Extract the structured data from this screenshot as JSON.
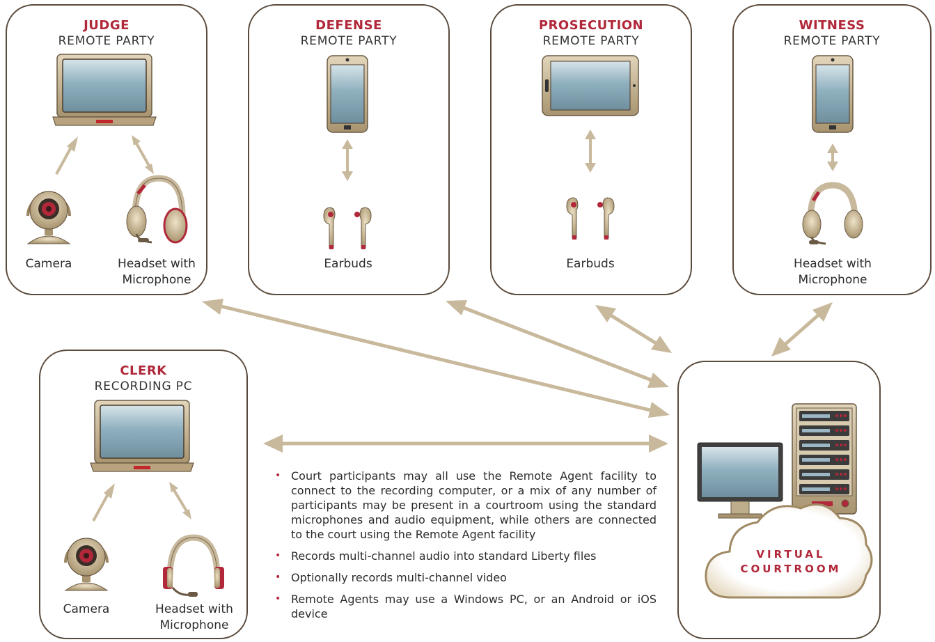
{
  "colors": {
    "accent": "#b0283a",
    "arrow": "#c8b89c",
    "device": "#c2b18f",
    "screen": "#7a9bab"
  },
  "panels": {
    "judge": {
      "title": "JUDGE",
      "subtitle": "REMOTE PARTY",
      "label_left": "Camera",
      "label_right_1": "Headset with",
      "label_right_2": "Microphone"
    },
    "defense": {
      "title": "DEFENSE",
      "subtitle": "REMOTE PARTY",
      "label": "Earbuds"
    },
    "prosecution": {
      "title": "PROSECUTION",
      "subtitle": "REMOTE PARTY",
      "label": "Earbuds"
    },
    "witness": {
      "title": "WITNESS",
      "subtitle": "REMOTE PARTY",
      "label_1": "Headset with",
      "label_2": "Microphone"
    },
    "clerk": {
      "title": "CLERK",
      "subtitle": "RECORDING PC",
      "label_left": "Camera",
      "label_right_1": "Headset with",
      "label_right_2": "Microphone"
    },
    "courtroom": {
      "line_1": "VIRTUAL",
      "line_2": "COURTROOM"
    }
  },
  "bullets": [
    "Court participants may all use the Remote Agent facility to connect to the recording computer, or a mix of any number of participants may be present in a courtroom using the standard microphones and audio equipment, while others are connected to the court using the Remote Agent facility",
    "Records multi-channel audio into standard Liberty files",
    "Optionally records multi-channel video",
    "Remote Agents may use a Windows PC, or an Android or iOS device"
  ],
  "icons": [
    "laptop-icon",
    "phone-icon",
    "tablet-icon",
    "webcam-icon",
    "headset-icon",
    "earbuds-icon",
    "monitor-icon",
    "server-icon",
    "cloud-icon",
    "double-arrow-icon",
    "arrow-icon"
  ]
}
